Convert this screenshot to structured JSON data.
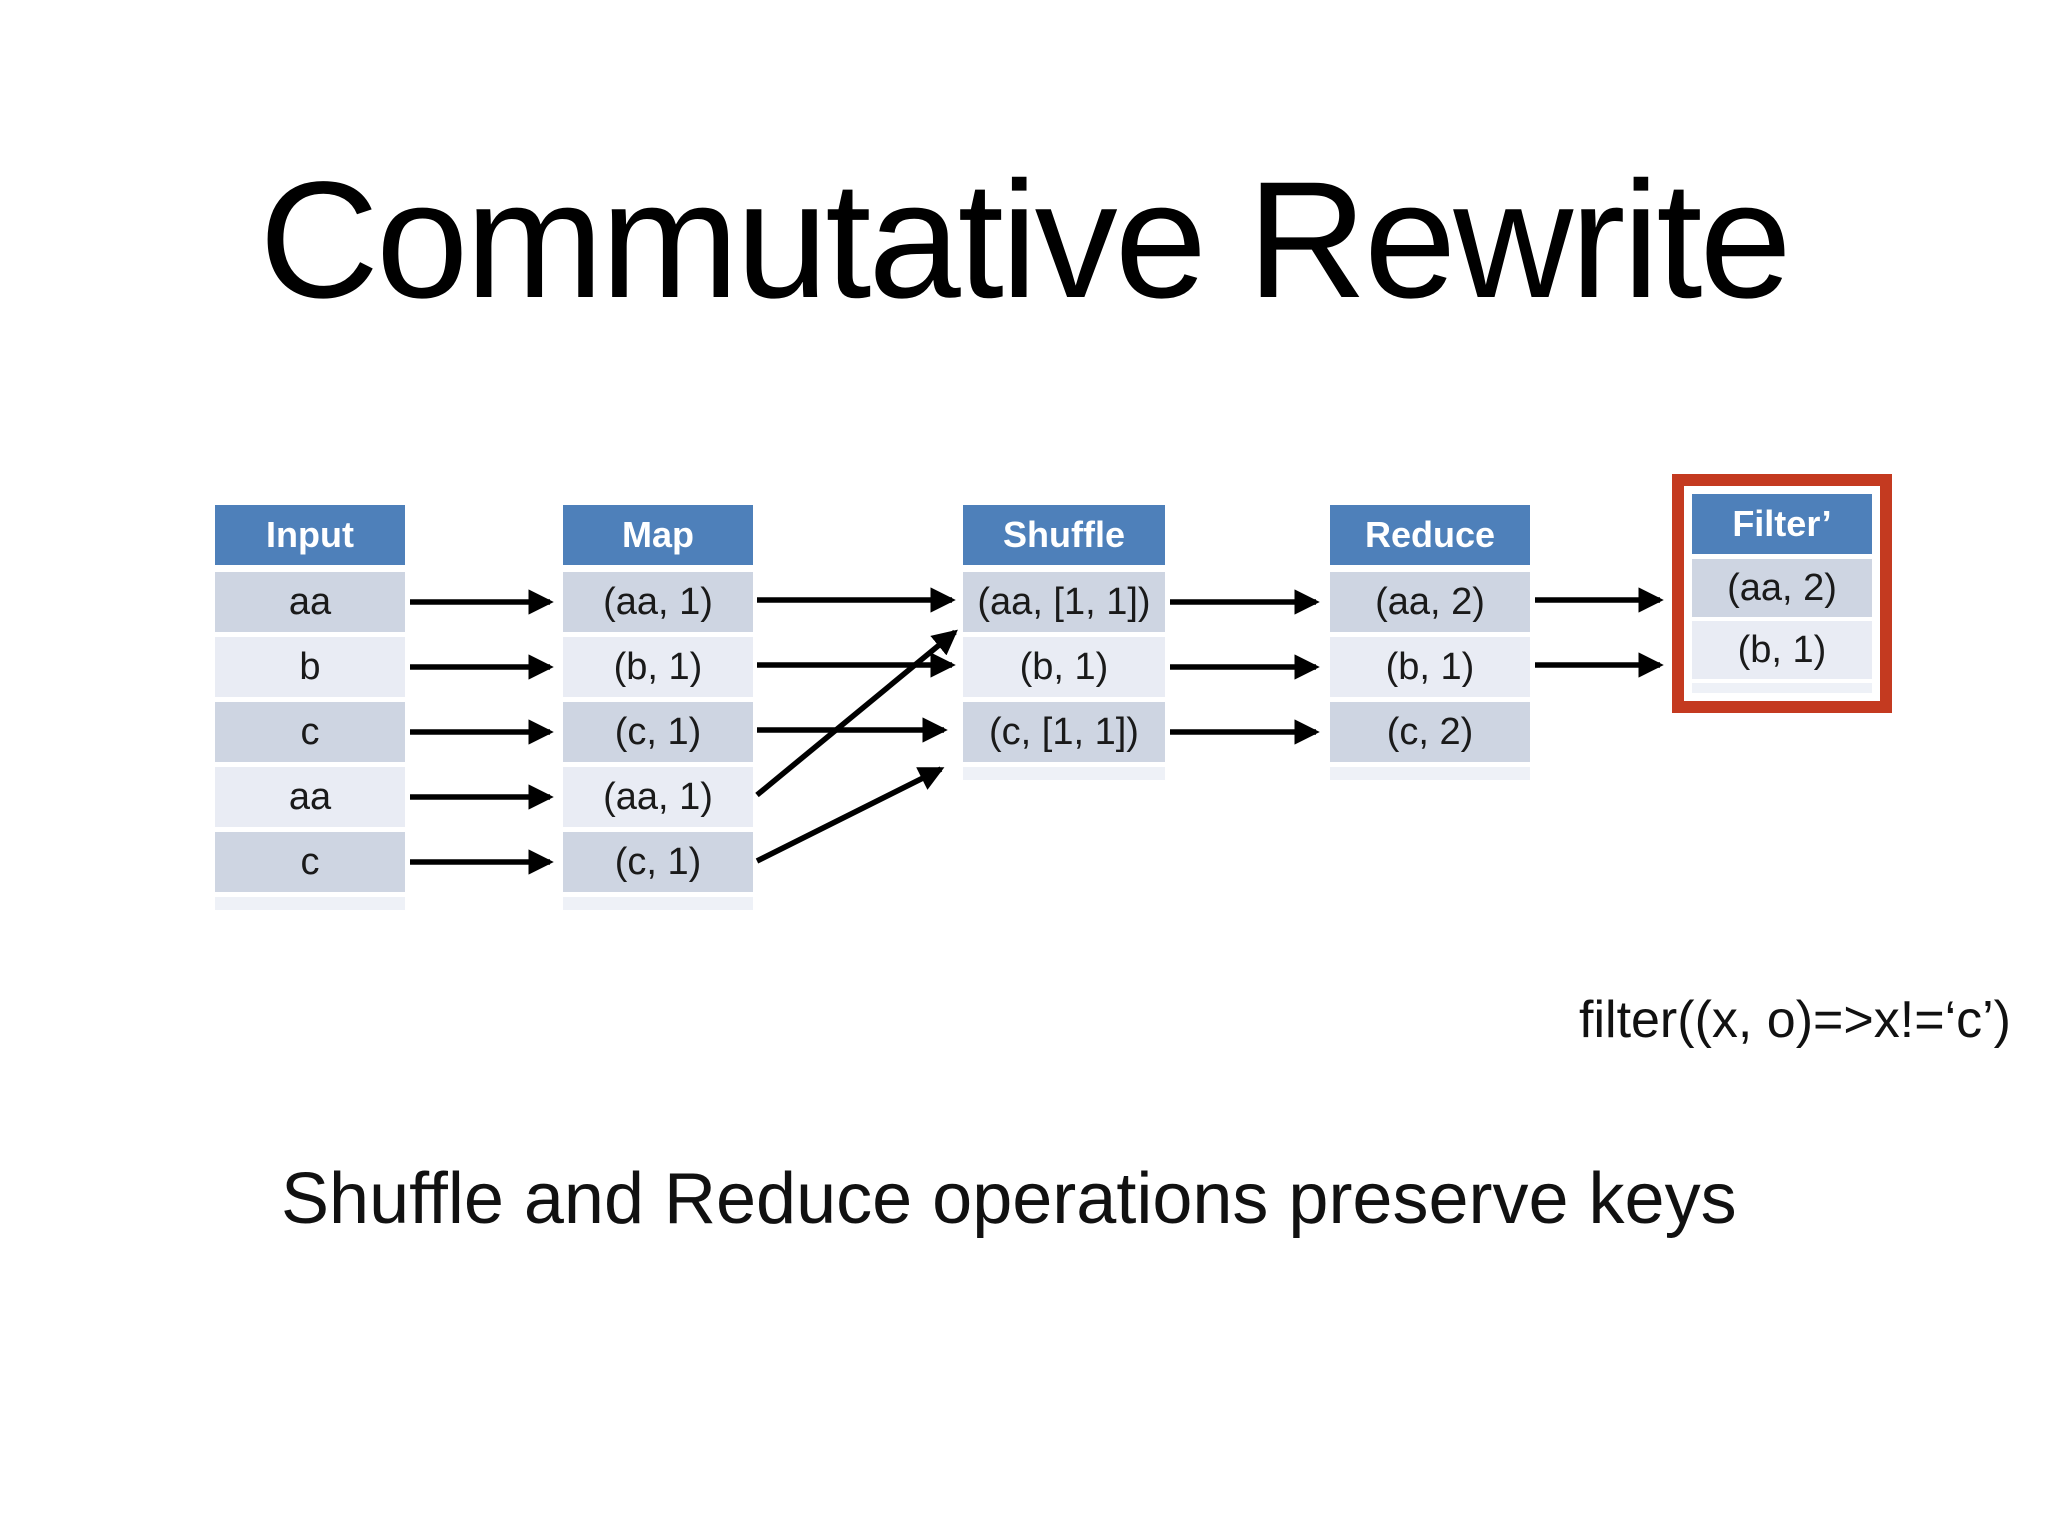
{
  "slide": {
    "title": "Commutative Rewrite",
    "caption": "Shuffle and Reduce operations preserve keys",
    "filter_label": "filter((x, o)=>x!=‘c’)"
  },
  "colors": {
    "header_bg": "#4e80ba",
    "row_dark": "#ced5e2",
    "row_light": "#e9ecf4",
    "footer_strip": "#eef1f7",
    "highlight_border": "#c43a20",
    "arrow": "#000000"
  },
  "tables": [
    {
      "id": "input",
      "header": "Input",
      "rows": [
        "aa",
        "b",
        "c",
        "aa",
        "c"
      ]
    },
    {
      "id": "map",
      "header": "Map",
      "rows": [
        "(aa, 1)",
        "(b, 1)",
        "(c, 1)",
        "(aa, 1)",
        "(c, 1)"
      ]
    },
    {
      "id": "shuffle",
      "header": "Shuffle",
      "rows": [
        "(aa, [1, 1])",
        "(b, 1)",
        "(c, [1, 1])"
      ]
    },
    {
      "id": "reduce",
      "header": "Reduce",
      "rows": [
        "(aa, 2)",
        "(b, 1)",
        "(c, 2)"
      ]
    },
    {
      "id": "filter",
      "header": "Filter’",
      "rows": [
        "(aa, 2)",
        "(b, 1)"
      ],
      "highlighted": true
    }
  ],
  "edges": [
    {
      "from": "input.1",
      "to": "map.1"
    },
    {
      "from": "input.2",
      "to": "map.2"
    },
    {
      "from": "input.3",
      "to": "map.3"
    },
    {
      "from": "input.4",
      "to": "map.4"
    },
    {
      "from": "input.5",
      "to": "map.5"
    },
    {
      "from": "map.1",
      "to": "shuffle.1"
    },
    {
      "from": "map.2",
      "to": "shuffle.2"
    },
    {
      "from": "map.3",
      "to": "shuffle.3"
    },
    {
      "from": "map.4",
      "to": "shuffle.1"
    },
    {
      "from": "map.5",
      "to": "shuffle.3"
    },
    {
      "from": "shuffle.1",
      "to": "reduce.1"
    },
    {
      "from": "shuffle.2",
      "to": "reduce.2"
    },
    {
      "from": "shuffle.3",
      "to": "reduce.3"
    },
    {
      "from": "reduce.1",
      "to": "filter.1"
    },
    {
      "from": "reduce.2",
      "to": "filter.2"
    }
  ]
}
